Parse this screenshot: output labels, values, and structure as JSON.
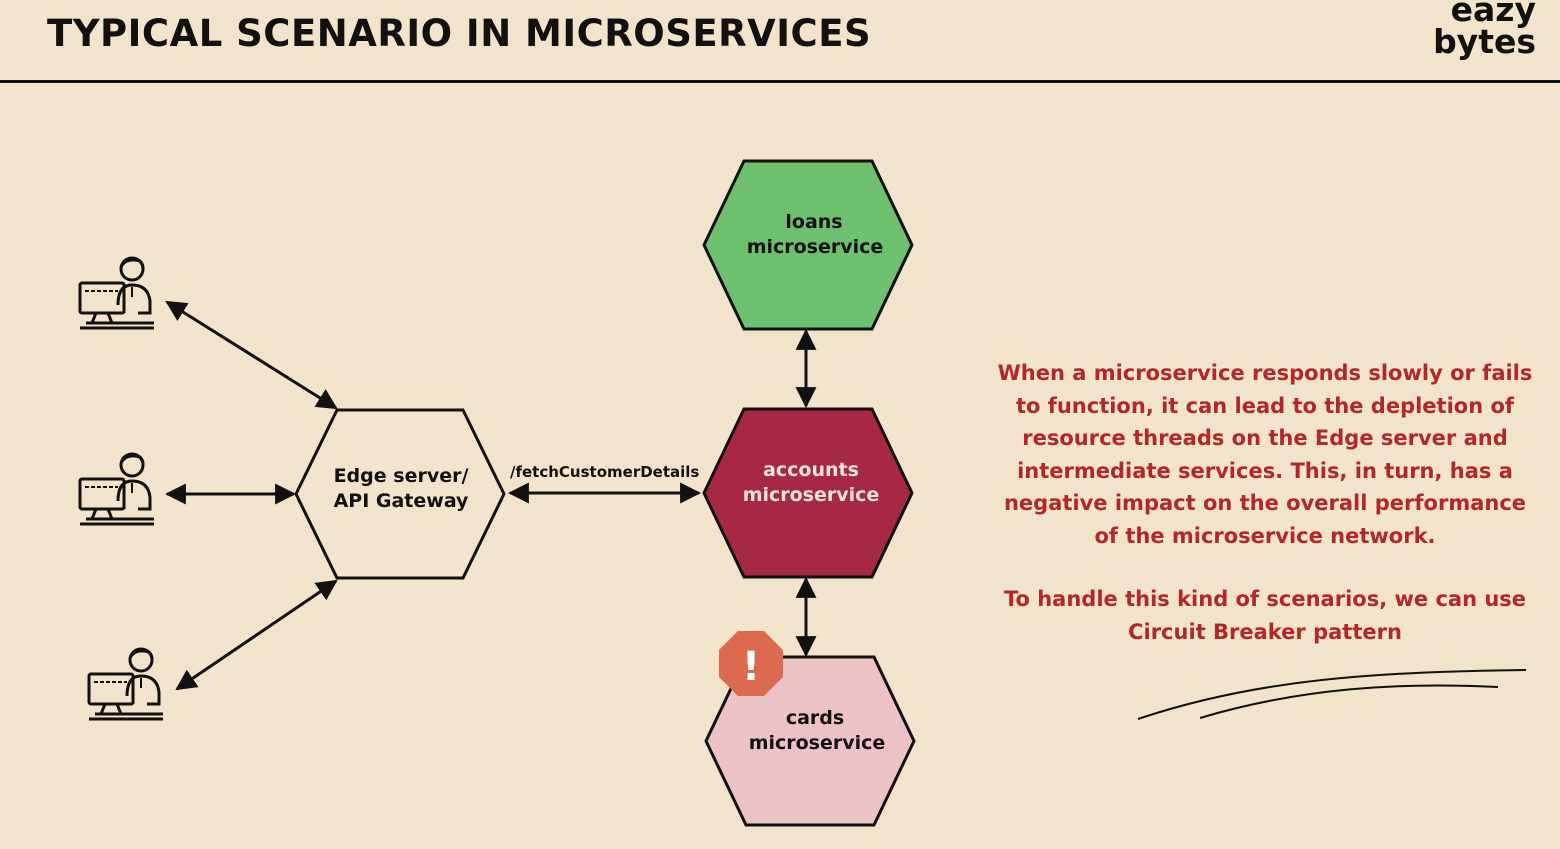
{
  "header": {
    "title": "TYPICAL SCENARIO IN MICROSERVICES",
    "logo_line1": "eazy",
    "logo_line2": "bytes"
  },
  "diagram": {
    "nodes": {
      "gateway": {
        "line1": "Edge server/",
        "line2": "API Gateway",
        "fill": "#f1e4ca",
        "text_color": "#111111"
      },
      "loans": {
        "line1": "loans",
        "line2": "microservice",
        "fill": "#6dc06e",
        "text_color": "#111111"
      },
      "accounts": {
        "line1": "accounts",
        "line2": "microservice",
        "fill": "#a72845",
        "text_color": "#f4e4d6"
      },
      "cards": {
        "line1": "cards",
        "line2": "microservice",
        "fill": "#ecc2c7",
        "text_color": "#111111"
      }
    },
    "edge_label": "/fetchCustomerDetails",
    "clients": [
      "user-at-computer-icon",
      "user-at-computer-icon",
      "user-at-computer-icon"
    ],
    "alert": {
      "icon": "alert-octagon-icon",
      "glyph": "!",
      "color": "#dc6a4e"
    }
  },
  "notes": {
    "paragraph1": "When a microservice responds slowly or fails to function, it can lead to the depletion of resource threads on the Edge server and intermediate services. This, in turn, has a negative impact on the overall performance of the microservice network.",
    "paragraph2": "To handle this kind of scenarios, we can use Circuit Breaker pattern"
  },
  "colors": {
    "background": "#f1e4ca",
    "accent_text": "#b3262b",
    "line": "#111111"
  }
}
